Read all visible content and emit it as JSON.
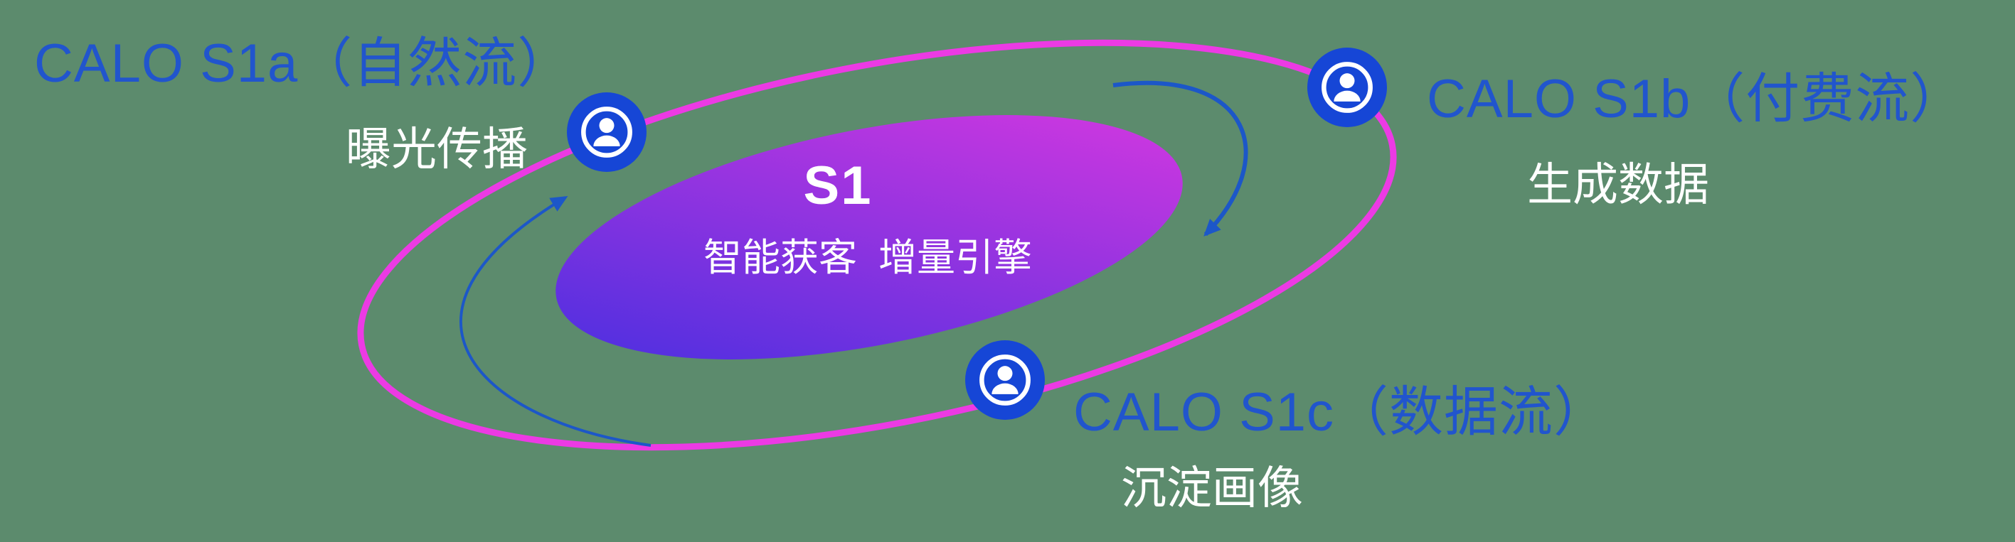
{
  "diagram": {
    "center": {
      "title": "S1",
      "subtitle": "智能获客  增量引擎"
    },
    "nodes": [
      {
        "id": "calo-s1a",
        "label": "CALO S1a（自然流）",
        "sublabel": "曝光传播",
        "icon": "person-icon"
      },
      {
        "id": "calo-s1b",
        "label": "CALO S1b（付费流）",
        "sublabel": "生成数据",
        "icon": "person-icon"
      },
      {
        "id": "calo-s1c",
        "label": "CALO S1c（数据流）",
        "sublabel": "沉淀画像",
        "icon": "person-icon"
      }
    ],
    "colors": {
      "background": "#5c8b6d",
      "orbit_ring": "#ec3ae4",
      "core_gradient_start": "#4a2fe0",
      "core_gradient_end": "#d438e0",
      "node_circle": "#1646d6",
      "label_blue": "#2155cd",
      "arrow": "#1c57c8",
      "text_white": "#ffffff"
    }
  }
}
